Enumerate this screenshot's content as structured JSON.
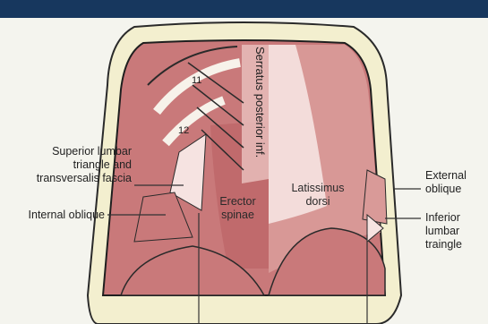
{
  "diagram": {
    "colors": {
      "top_band": "#17375e",
      "frame": "#f3efcf",
      "skin_edge": "#2a2a2a",
      "muscle": "#c9797a",
      "muscle_light": "#e6b9b7",
      "fascia": "#f6e3e1",
      "leader": "#333333"
    },
    "labels_left": [
      {
        "id": "superior-lumbar",
        "lines": [
          "Superior lumbar",
          "triangle and",
          "transversalis fascia"
        ]
      },
      {
        "id": "internal-oblique",
        "lines": [
          "Internal oblique"
        ]
      }
    ],
    "labels_right": [
      {
        "id": "external-oblique",
        "lines": [
          "External",
          "oblique"
        ]
      },
      {
        "id": "inferior-lumbar",
        "lines": [
          "Inferior",
          "lumbar",
          "traingle"
        ]
      }
    ],
    "regions": {
      "latissimus": [
        "Latissimus",
        "dorsi"
      ],
      "erector": [
        "Erector",
        "spinae"
      ],
      "serratus": "Serratus posterior inf."
    },
    "ribs": [
      "11",
      "12"
    ]
  }
}
